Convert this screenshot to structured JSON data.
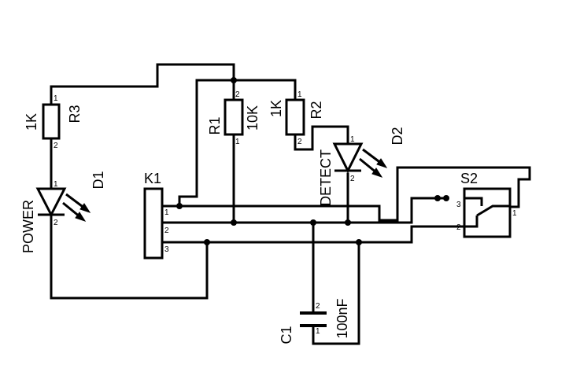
{
  "components": {
    "r3": {
      "ref": "R3",
      "value": "1K",
      "pin_top": "1",
      "pin_bottom": "2"
    },
    "r1": {
      "ref": "R1",
      "value": "10K",
      "pin_top": "2",
      "pin_bottom": "1"
    },
    "r2": {
      "ref": "R2",
      "value": "1K",
      "pin_top": "1",
      "pin_bottom": "2"
    },
    "d1": {
      "ref": "D1",
      "label": "POWER",
      "pin_top": "1",
      "pin_bottom": "2"
    },
    "d2": {
      "ref": "D2",
      "label": "DETECT",
      "pin_top": "1",
      "pin_bottom": "2"
    },
    "k1": {
      "ref": "K1",
      "pins": [
        "1",
        "2",
        "3"
      ]
    },
    "s2": {
      "ref": "S2",
      "pin_3": "3",
      "pin_2": "2",
      "pin_1": "1"
    },
    "c1": {
      "ref": "C1",
      "value": "100nF",
      "pin_top": "2",
      "pin_bottom": "1"
    }
  }
}
